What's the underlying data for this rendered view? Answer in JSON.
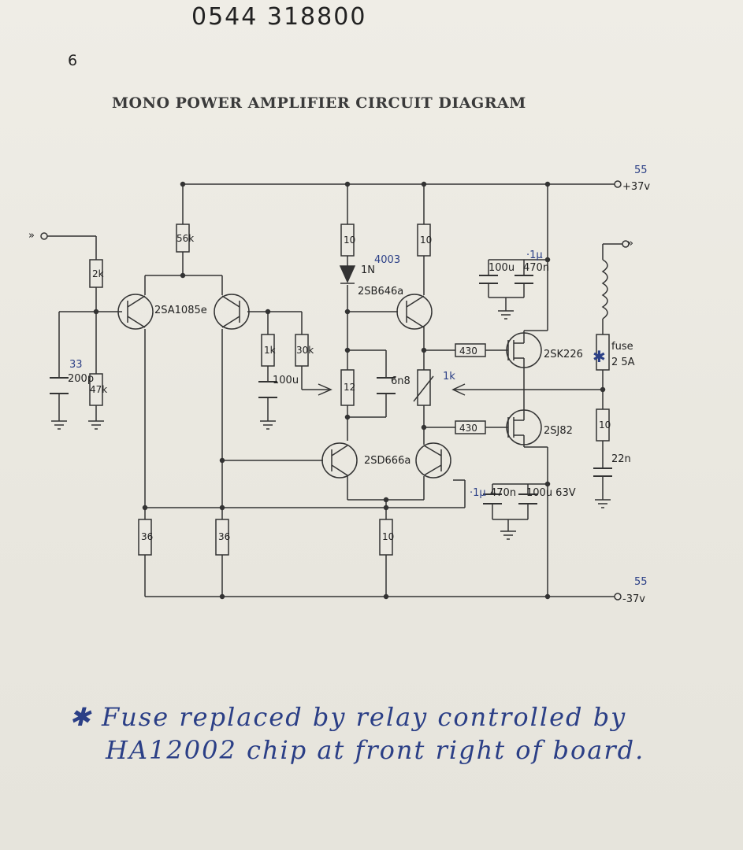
{
  "header": {
    "handwritten_number": "0544  318800",
    "page_number": "6",
    "title": "MONO POWER AMPLIFIER CIRCUIT DIAGRAM"
  },
  "circuit": {
    "rails": {
      "positive": "+37v",
      "positive_corrected": "55",
      "negative": "-37v",
      "negative_corrected": "55"
    },
    "io": {
      "input_marker": "»",
      "output_marker": "»"
    },
    "transistors": {
      "diff_pair": "2SA1085e",
      "driver_top": "2SB646a",
      "driver_bottom": "2SD666a",
      "output_top": "2SK226",
      "output_bottom": "2SJ82"
    },
    "diode": {
      "part": "1N",
      "annotation": "4003"
    },
    "resistors": {
      "r_input": "2k",
      "r_input_ground": "47k",
      "r_tail": "56k",
      "r_feedback_1k": "1k",
      "r_feedback_30k": "30k",
      "r_top_left": "10",
      "r_top_right": "10",
      "r_bias": "12",
      "r_gate_top": "430",
      "r_gate_bottom": "430",
      "r_bottom_1": "36",
      "r_bottom_2": "36",
      "r_bottom_3": "10",
      "r_zobel": "10"
    },
    "capacitors": {
      "c_input": "200p",
      "c_input_annot": "33",
      "c_feedback": "100u",
      "c_comp": "6n8",
      "c_top_elec": "100u",
      "c_top_film": "470n",
      "c_top_annot": "·1µ",
      "c_bot_film": "470n",
      "c_bot_annot": "·1µ",
      "c_bot_elec": "100u 63V",
      "c_zobel": "22n"
    },
    "preset_annotation": "1k",
    "fuse": {
      "label": "fuse",
      "rating": "2 5A",
      "mark": "✱"
    }
  },
  "note": {
    "mark": "✱",
    "line1": "Fuse replaced by relay controlled by",
    "line2": "HA12002 chip at front right of board."
  }
}
